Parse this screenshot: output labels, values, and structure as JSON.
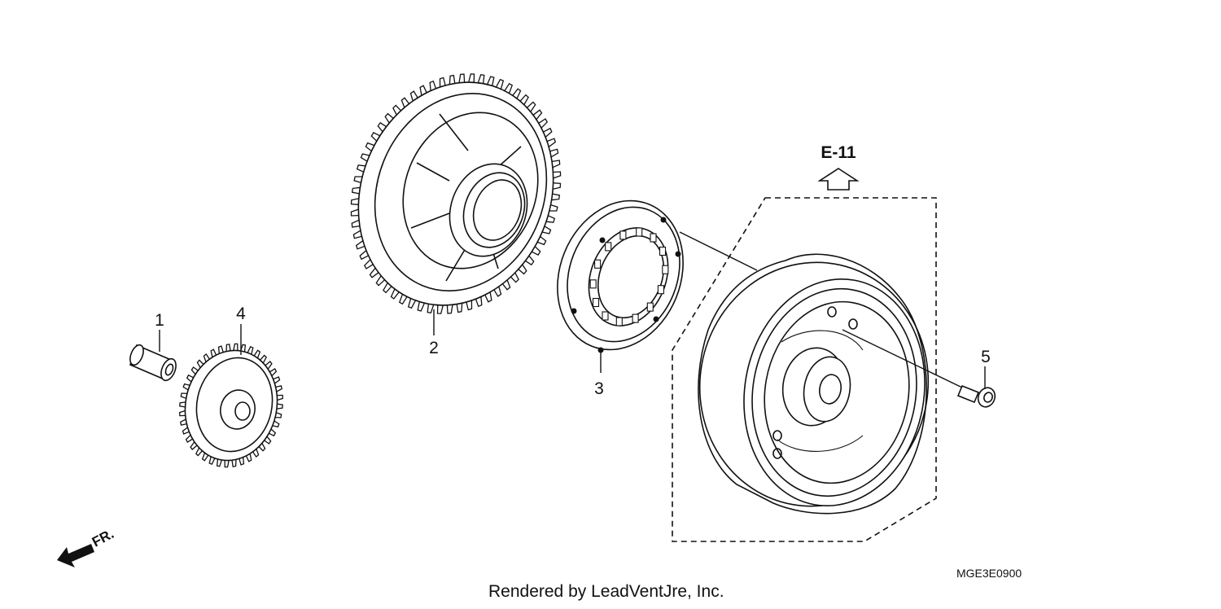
{
  "callouts": [
    "1",
    "2",
    "3",
    "4",
    "5"
  ],
  "ref_label": "E-11",
  "front_label": "FR.",
  "diagram_code": "MGE3E0900",
  "credit": "Rendered by LeadVentJre, Inc.",
  "icons": [
    "front-direction-arrow-icon",
    "up-arrow-icon"
  ]
}
